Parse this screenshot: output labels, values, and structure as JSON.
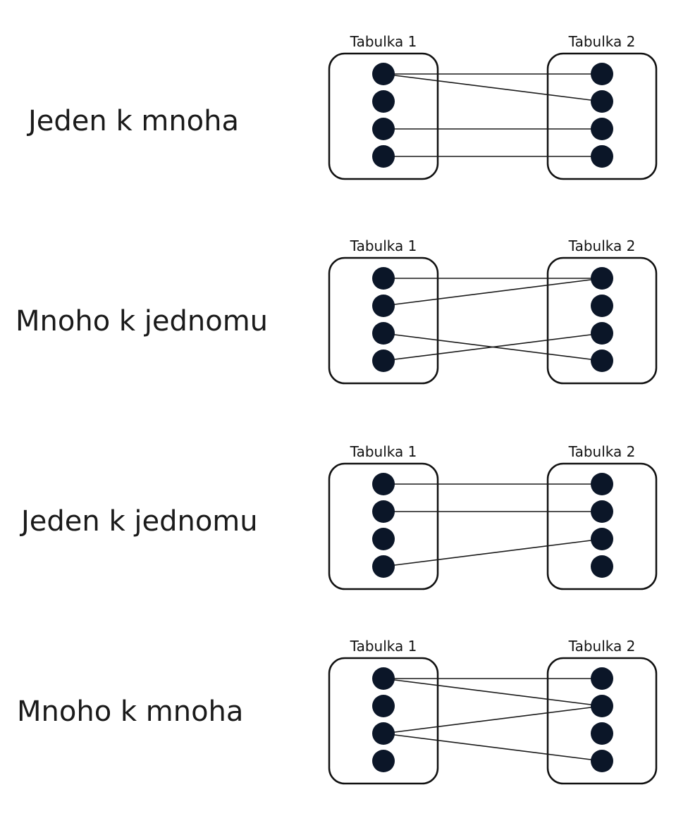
{
  "diagrams": [
    {
      "title": "Jeden k mnoha",
      "left_table_label": "Tabulka 1",
      "right_table_label": "Tabulka 2",
      "connections": [
        [
          0,
          0
        ],
        [
          0,
          1
        ],
        [
          2,
          2
        ],
        [
          3,
          3
        ]
      ]
    },
    {
      "title": "Mnoho k jednomu",
      "left_table_label": "Tabulka 1",
      "right_table_label": "Tabulka 2",
      "connections": [
        [
          0,
          0
        ],
        [
          1,
          0
        ],
        [
          2,
          3
        ],
        [
          3,
          2
        ]
      ]
    },
    {
      "title": "Jeden k jednomu",
      "left_table_label": "Tabulka 1",
      "right_table_label": "Tabulka 2",
      "connections": [
        [
          0,
          0
        ],
        [
          1,
          1
        ],
        [
          3,
          2
        ]
      ]
    },
    {
      "title": "Mnoho k mnoha",
      "left_table_label": "Tabulka 1",
      "right_table_label": "Tabulka 2",
      "connections": [
        [
          0,
          0
        ],
        [
          0,
          1
        ],
        [
          2,
          1
        ],
        [
          2,
          3
        ]
      ]
    }
  ],
  "colors": {
    "dot": "#0b1628",
    "line": "#1a1a1a",
    "box_stroke": "#111111"
  }
}
